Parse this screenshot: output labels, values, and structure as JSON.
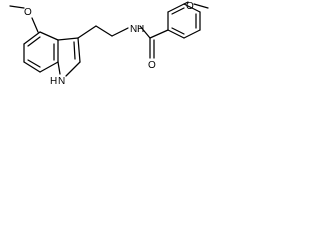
{
  "molecule": {
    "atoms": {
      "methoxy_left_o": "O",
      "indole_nh_n": "N",
      "indole_nh_h": "H",
      "amide_nh_n": "N",
      "amide_nh_h": "H",
      "carbonyl_o": "O",
      "methoxy_right_o": "O"
    }
  }
}
